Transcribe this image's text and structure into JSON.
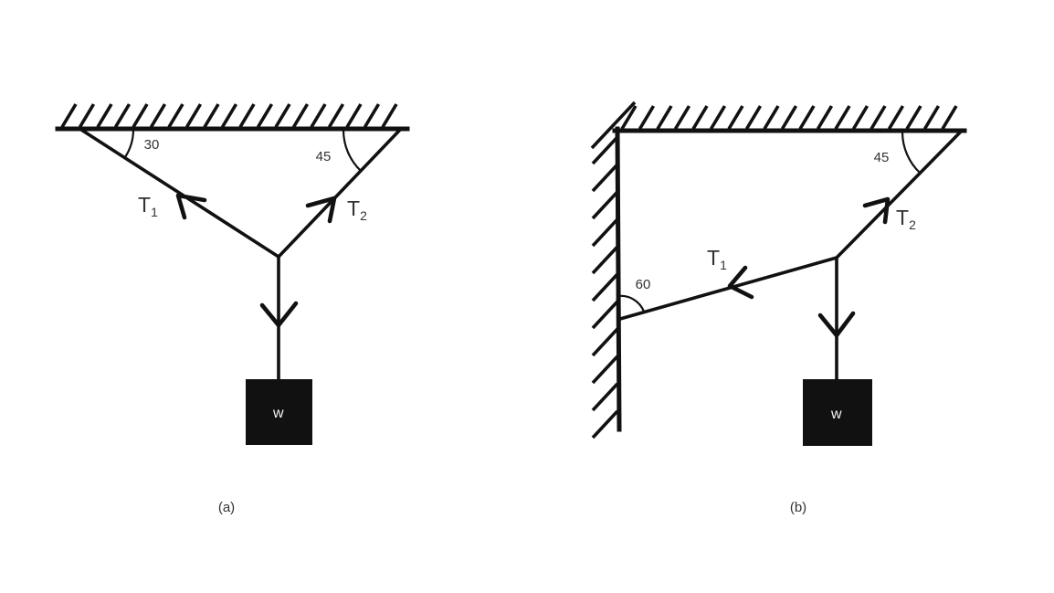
{
  "colors": {
    "ink": "#111111",
    "background": "#ffffff",
    "label_text": "#333333",
    "weight_label_text": "#f5f5f5"
  },
  "diagram_a": {
    "caption": "(a)",
    "angle_t1": "30",
    "angle_t2": "45",
    "t1": {
      "base": "T",
      "sub": "1"
    },
    "t2": {
      "base": "T",
      "sub": "2"
    },
    "weight": "w"
  },
  "diagram_b": {
    "caption": "(b)",
    "angle_t1": "60",
    "angle_t2": "45",
    "t1": {
      "base": "T",
      "sub": "1"
    },
    "t2": {
      "base": "T",
      "sub": "2"
    },
    "weight": "w"
  }
}
